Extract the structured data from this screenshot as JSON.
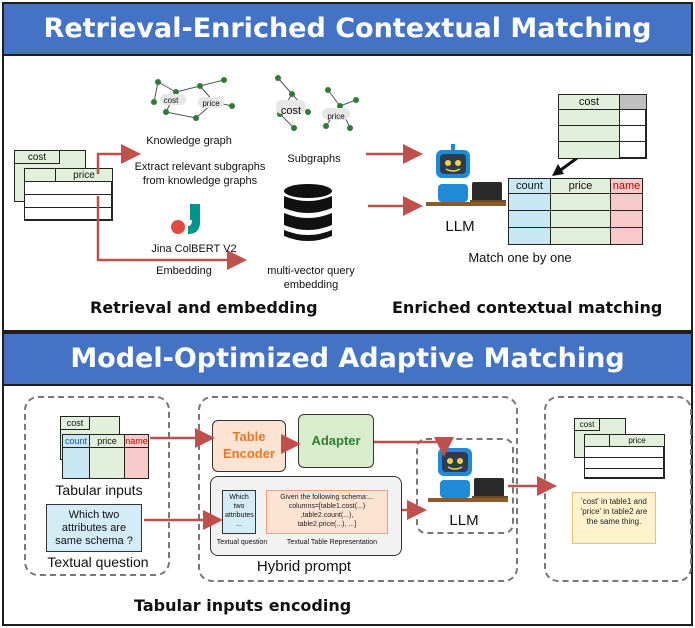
{
  "top_banner": "Retrieval-Enriched Contextual Matching",
  "bottom_banner": "Model-Optimized Adaptive Matching",
  "retrieval": {
    "table_headers": [
      "cost",
      "price"
    ],
    "knowledge_graph_label": "Knowledge graph",
    "kg_nodes": [
      "cost",
      "price"
    ],
    "extract_label": "Extract relevant subgraphs\nfrom knowledge graphs",
    "subgraphs_label": "Subgraphs",
    "subgraph_nodes": [
      "cost",
      "price"
    ],
    "jina_label": "Jina ColBERT V2",
    "embedding_label": "Embedding",
    "mvq_label": "multi-vector query\nembedding",
    "caption": "Retrieval and embedding"
  },
  "enriched": {
    "top_table_header": "cost",
    "bottom_table_headers": [
      "count",
      "price",
      "name"
    ],
    "llm_label": "LLM",
    "match_label": "Match one by one",
    "caption": "Enriched contextual matching"
  },
  "adaptive": {
    "table_headers_top": [
      "cost"
    ],
    "table_headers_bottom": [
      "count",
      "price",
      "name"
    ],
    "tabular_inputs_label": "Tabular inputs",
    "question_text": "Which two attributes are same schema ?",
    "textual_question_label": "Textual question",
    "table_encoder_label": "Table\nEncoder",
    "adapter_label": "Adapter",
    "prompt_question": "Which two attributes ...",
    "prompt_schema": "Given the following schema:...\ncolumns=[table1.cost(...)\n,table2.count(...),\ntable2.price(...), ...]",
    "prompt_label_left": "Textual question",
    "prompt_label_right": "Textual Table Representation",
    "hybrid_prompt_label": "Hybrid prompt",
    "llm_label": "LLM",
    "output_table_headers": [
      "cost",
      "price"
    ],
    "answer_note": "'cost' in table1 and 'price' in table2 are the same thing.",
    "caption": "Tabular inputs encoding"
  },
  "colors": {
    "banner": "#4472c4",
    "table_green": "#e2efda",
    "table_blue": "#c9e6f4",
    "table_pink": "#f8cbcb",
    "arrow": "#c0504d",
    "llm_blue": "#1f8bd6"
  }
}
